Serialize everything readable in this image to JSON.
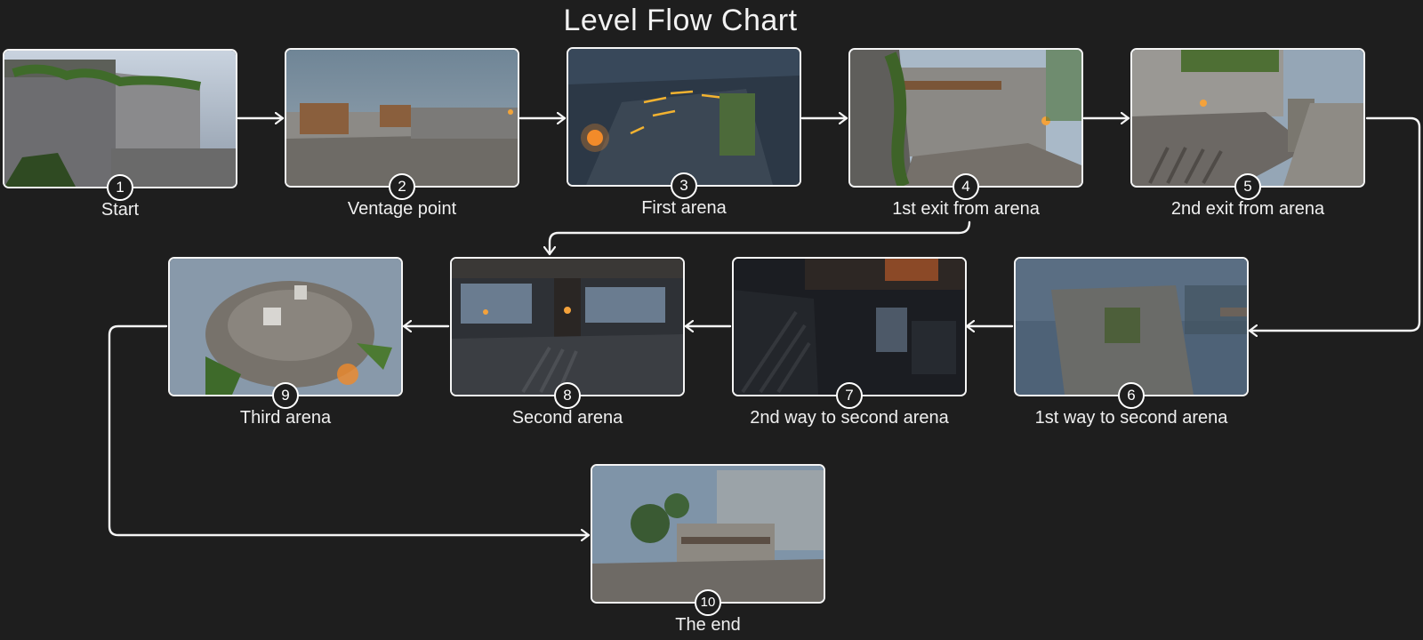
{
  "title": "Level Flow Chart",
  "nodes": [
    {
      "number": "1",
      "label": "Start",
      "scene": "stone-wall-with-ivy"
    },
    {
      "number": "2",
      "label": "Ventage point",
      "scene": "rooftop-with-crates"
    },
    {
      "number": "3",
      "label": "First arena",
      "scene": "dark-arena-with-torches"
    },
    {
      "number": "4",
      "label": "1st exit from arena",
      "scene": "ruined-courtyard-stairs"
    },
    {
      "number": "5",
      "label": "2nd exit from arena",
      "scene": "stone-staircase-with-lantern"
    },
    {
      "number": "6",
      "label": "1st way to second arena",
      "scene": "foggy-tower-ruin"
    },
    {
      "number": "7",
      "label": "2nd way to second arena",
      "scene": "dark-interior-stairs"
    },
    {
      "number": "8",
      "label": "Second arena",
      "scene": "colonnade-hall"
    },
    {
      "number": "9",
      "label": "Third arena",
      "scene": "broken-circular-platform"
    },
    {
      "number": "10",
      "label": "The end",
      "scene": "castle-ruins-in-fog"
    }
  ],
  "connections": [
    {
      "from": "1",
      "to": "2"
    },
    {
      "from": "2",
      "to": "3"
    },
    {
      "from": "3",
      "to": "4"
    },
    {
      "from": "4",
      "to": "5"
    },
    {
      "from": "4",
      "to": "8"
    },
    {
      "from": "5",
      "to": "6"
    },
    {
      "from": "6",
      "to": "7"
    },
    {
      "from": "7",
      "to": "8"
    },
    {
      "from": "8",
      "to": "9"
    },
    {
      "from": "9",
      "to": "10"
    }
  ],
  "colors": {
    "background": "#1e1e1e",
    "stroke": "#f5f5f5"
  }
}
